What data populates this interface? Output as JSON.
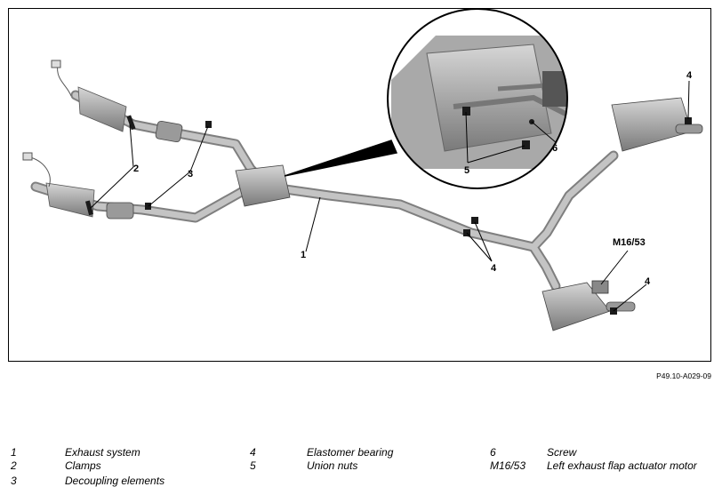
{
  "callouts": {
    "c1": "1",
    "c2": "2",
    "c3": "3",
    "c4a": "4",
    "c4b": "4",
    "c4c": "4",
    "c5": "5",
    "c6": "6",
    "cm": "M16/53"
  },
  "figure_ref": "P49.10-A029-09",
  "legend": [
    {
      "num": "1",
      "label": "Exhaust system"
    },
    {
      "num": "2",
      "label": "Clamps"
    },
    {
      "num": "3",
      "label": "Decoupling elements"
    },
    {
      "num": "4",
      "label": "Elastomer bearing"
    },
    {
      "num": "5",
      "label": "Union nuts"
    },
    {
      "num": "6",
      "label": "Screw"
    },
    {
      "num": "M16/53",
      "label": "Left exhaust flap actuator motor"
    }
  ],
  "colors": {
    "pipe": "#b9b9b9",
    "pipe_dark": "#8c8c8c",
    "mount": "#1a1a1a"
  }
}
